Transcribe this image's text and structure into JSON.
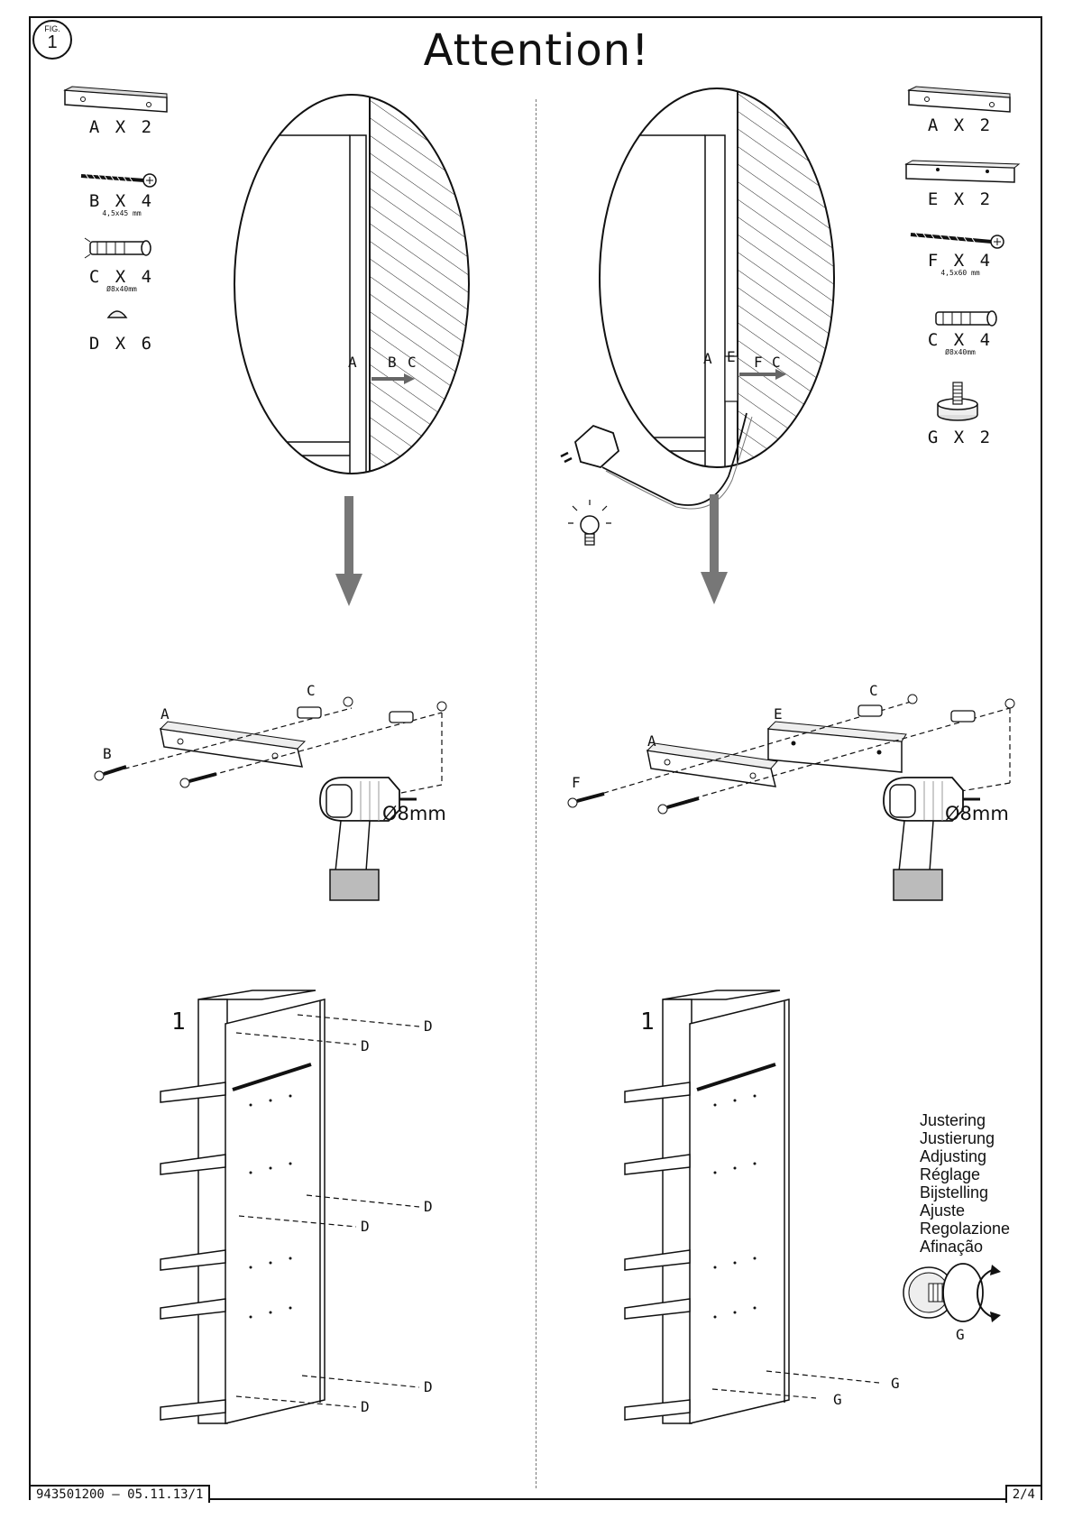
{
  "header": {
    "fig_label": "FIG.",
    "fig_number": "1",
    "title": "Attention!"
  },
  "left_parts": [
    {
      "label": "A X 2",
      "sub": ""
    },
    {
      "label": "B X 4",
      "sub": "4,5x45 mm"
    },
    {
      "label": "C X 4",
      "sub": "Ø8x40mm"
    },
    {
      "label": "D X 6",
      "sub": ""
    }
  ],
  "right_parts": [
    {
      "label": "A X 2",
      "sub": ""
    },
    {
      "label": "E X 2",
      "sub": ""
    },
    {
      "label": "F X 4",
      "sub": "4,5x60 mm"
    },
    {
      "label": "C X 4",
      "sub": "Ø8x40mm"
    },
    {
      "label": "G X 2",
      "sub": ""
    }
  ],
  "callouts": {
    "A": "A",
    "B": "B",
    "C": "C",
    "D": "D",
    "E": "E",
    "F": "F",
    "G": "G",
    "one": "1"
  },
  "drill_size": "Ø8mm",
  "adjusting_labels": [
    "Justering",
    "Justierung",
    "Adjusting",
    "Réglage",
    "Bijstelling",
    "Ajuste",
    "Regolazione",
    "Afinação"
  ],
  "footer": {
    "code": "943501200  –  05.11.13/1",
    "page": "2/4"
  }
}
